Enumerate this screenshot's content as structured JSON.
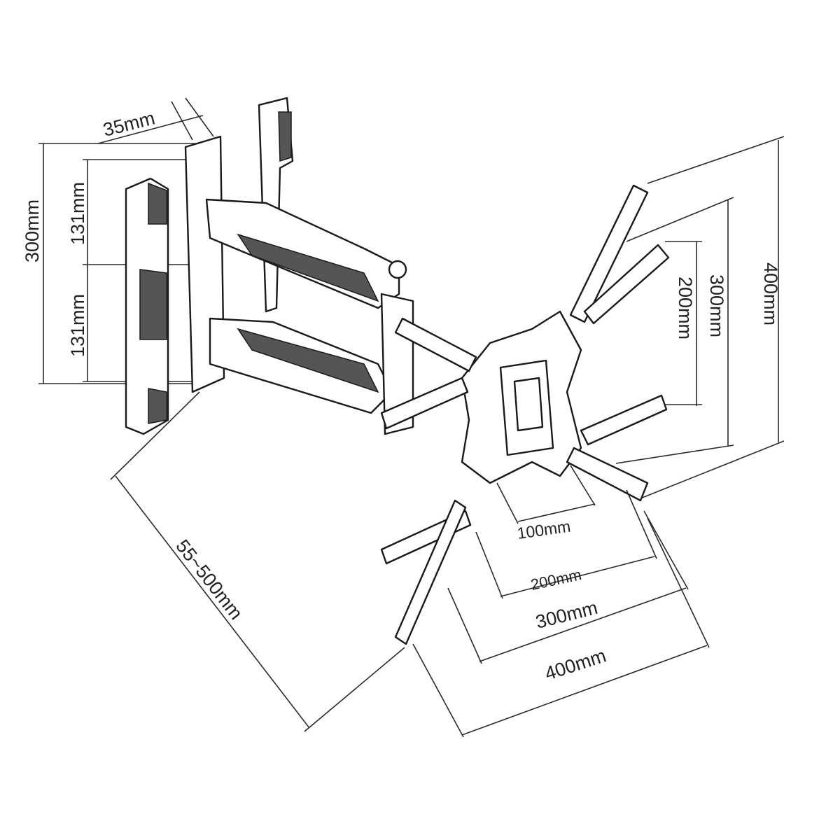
{
  "title": "Full-motion TV wall mount dimension diagram",
  "wall_plate": {
    "depth_label": "35mm",
    "height_label": "300mm",
    "upper_hole_spacing_label": "131mm",
    "lower_hole_spacing_label": "131mm"
  },
  "arm": {
    "extension_label": "55~500mm"
  },
  "vesa_vertical": {
    "v200": "200mm",
    "v300": "300mm",
    "v400": "400mm"
  },
  "vesa_horizontal": {
    "h100": "100mm",
    "h200": "200mm",
    "h300": "300mm",
    "h400": "400mm"
  }
}
